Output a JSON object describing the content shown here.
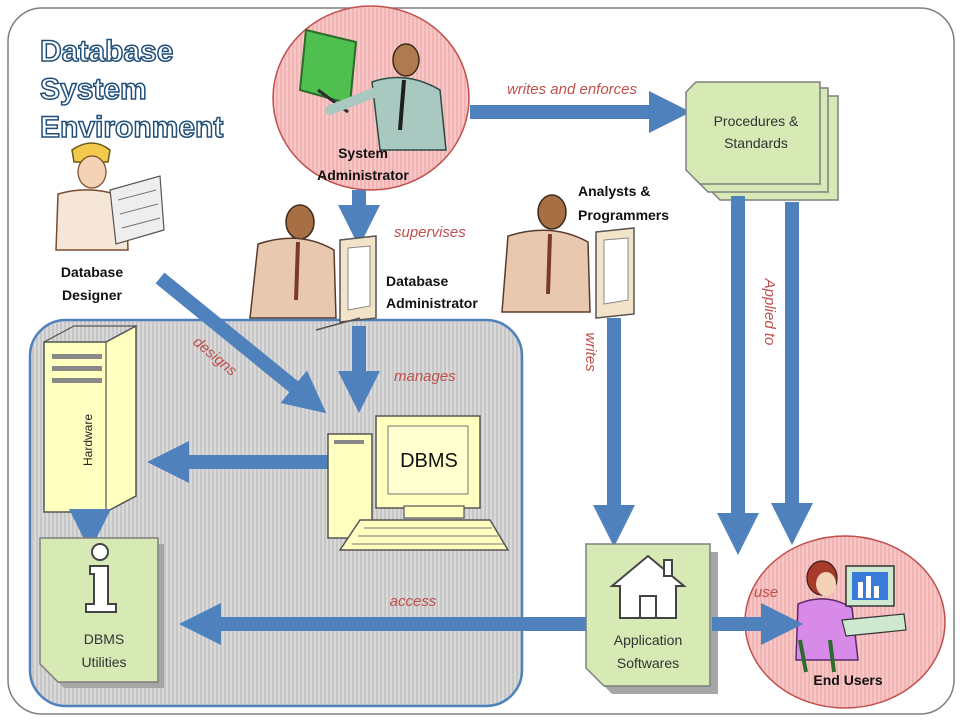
{
  "title": [
    "Database",
    "System",
    "Environment"
  ],
  "actors": {
    "system_admin": [
      "System",
      "Administrator"
    ],
    "db_designer": [
      "Database",
      "Designer"
    ],
    "db_admin": [
      "Database",
      "Administrator"
    ],
    "analysts": [
      "Analysts &",
      "Programmers"
    ],
    "end_users": "End Users"
  },
  "components": {
    "procedures": [
      "Procedures &",
      "Standards"
    ],
    "dbms": "DBMS",
    "hardware": "Hardware",
    "utilities": [
      "DBMS",
      "Utilities"
    ],
    "apps": [
      "Application",
      "Softwares"
    ]
  },
  "relations": {
    "writes_enforces": "writes and enforces",
    "supervises": "supervises",
    "manages": "manages",
    "designs": "designs",
    "writes": "writes",
    "applied_to": "Applied to",
    "access": "access",
    "use": "use"
  },
  "colors": {
    "title": "#1f4e79",
    "arrow": "#4f81bd",
    "relation_text": "#c0504d",
    "pink_circle": "#f7c6c6",
    "doc_fill": "#d7e9b4",
    "dbms_fill": "#ffffc0"
  }
}
